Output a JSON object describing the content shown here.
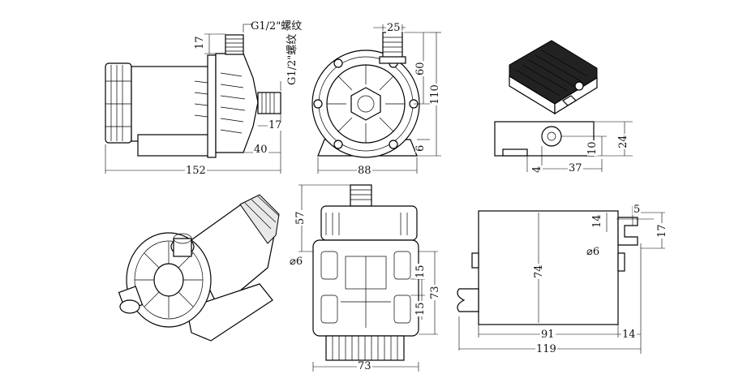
{
  "views": {
    "side": {
      "thread_label": "G1/2\"螺纹",
      "d_top": "17",
      "d_outlet": "17",
      "d_40": "40",
      "d_152": "152"
    },
    "front": {
      "d_25": "25",
      "d_60": "60",
      "d_110": "110",
      "d_6": "6",
      "d_88": "88",
      "thread_label": "G1/2\"螺纹"
    },
    "driver": {
      "d_24": "24",
      "d_10": "10",
      "d_37": "37",
      "d_4": "4"
    },
    "back": {
      "d_57": "57",
      "d_hole": "⌀6",
      "d_15a": "15",
      "d_15b": "15",
      "d_73v": "73",
      "d_73h": "73"
    },
    "mount": {
      "d_5": "5",
      "d_14v": "14",
      "d_17": "17",
      "d_hole": "⌀6",
      "d_74": "74",
      "d_91": "91",
      "d_14h": "14",
      "d_119": "119"
    }
  }
}
